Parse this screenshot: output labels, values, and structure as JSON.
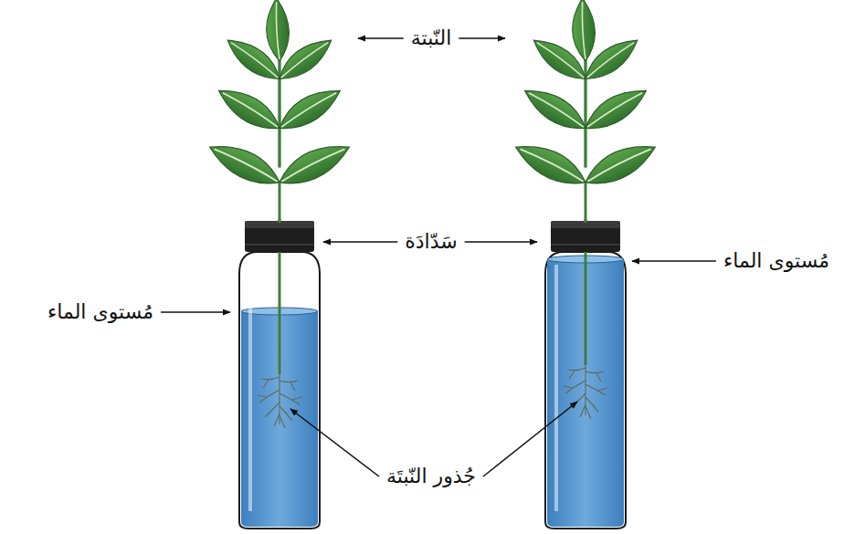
{
  "diagram": {
    "labels": [
      "النّبتة",
      "سَدّادَة",
      "مُستوى الماء",
      "مُستوى الماء",
      "جُذور النّبتَة"
    ]
  }
}
